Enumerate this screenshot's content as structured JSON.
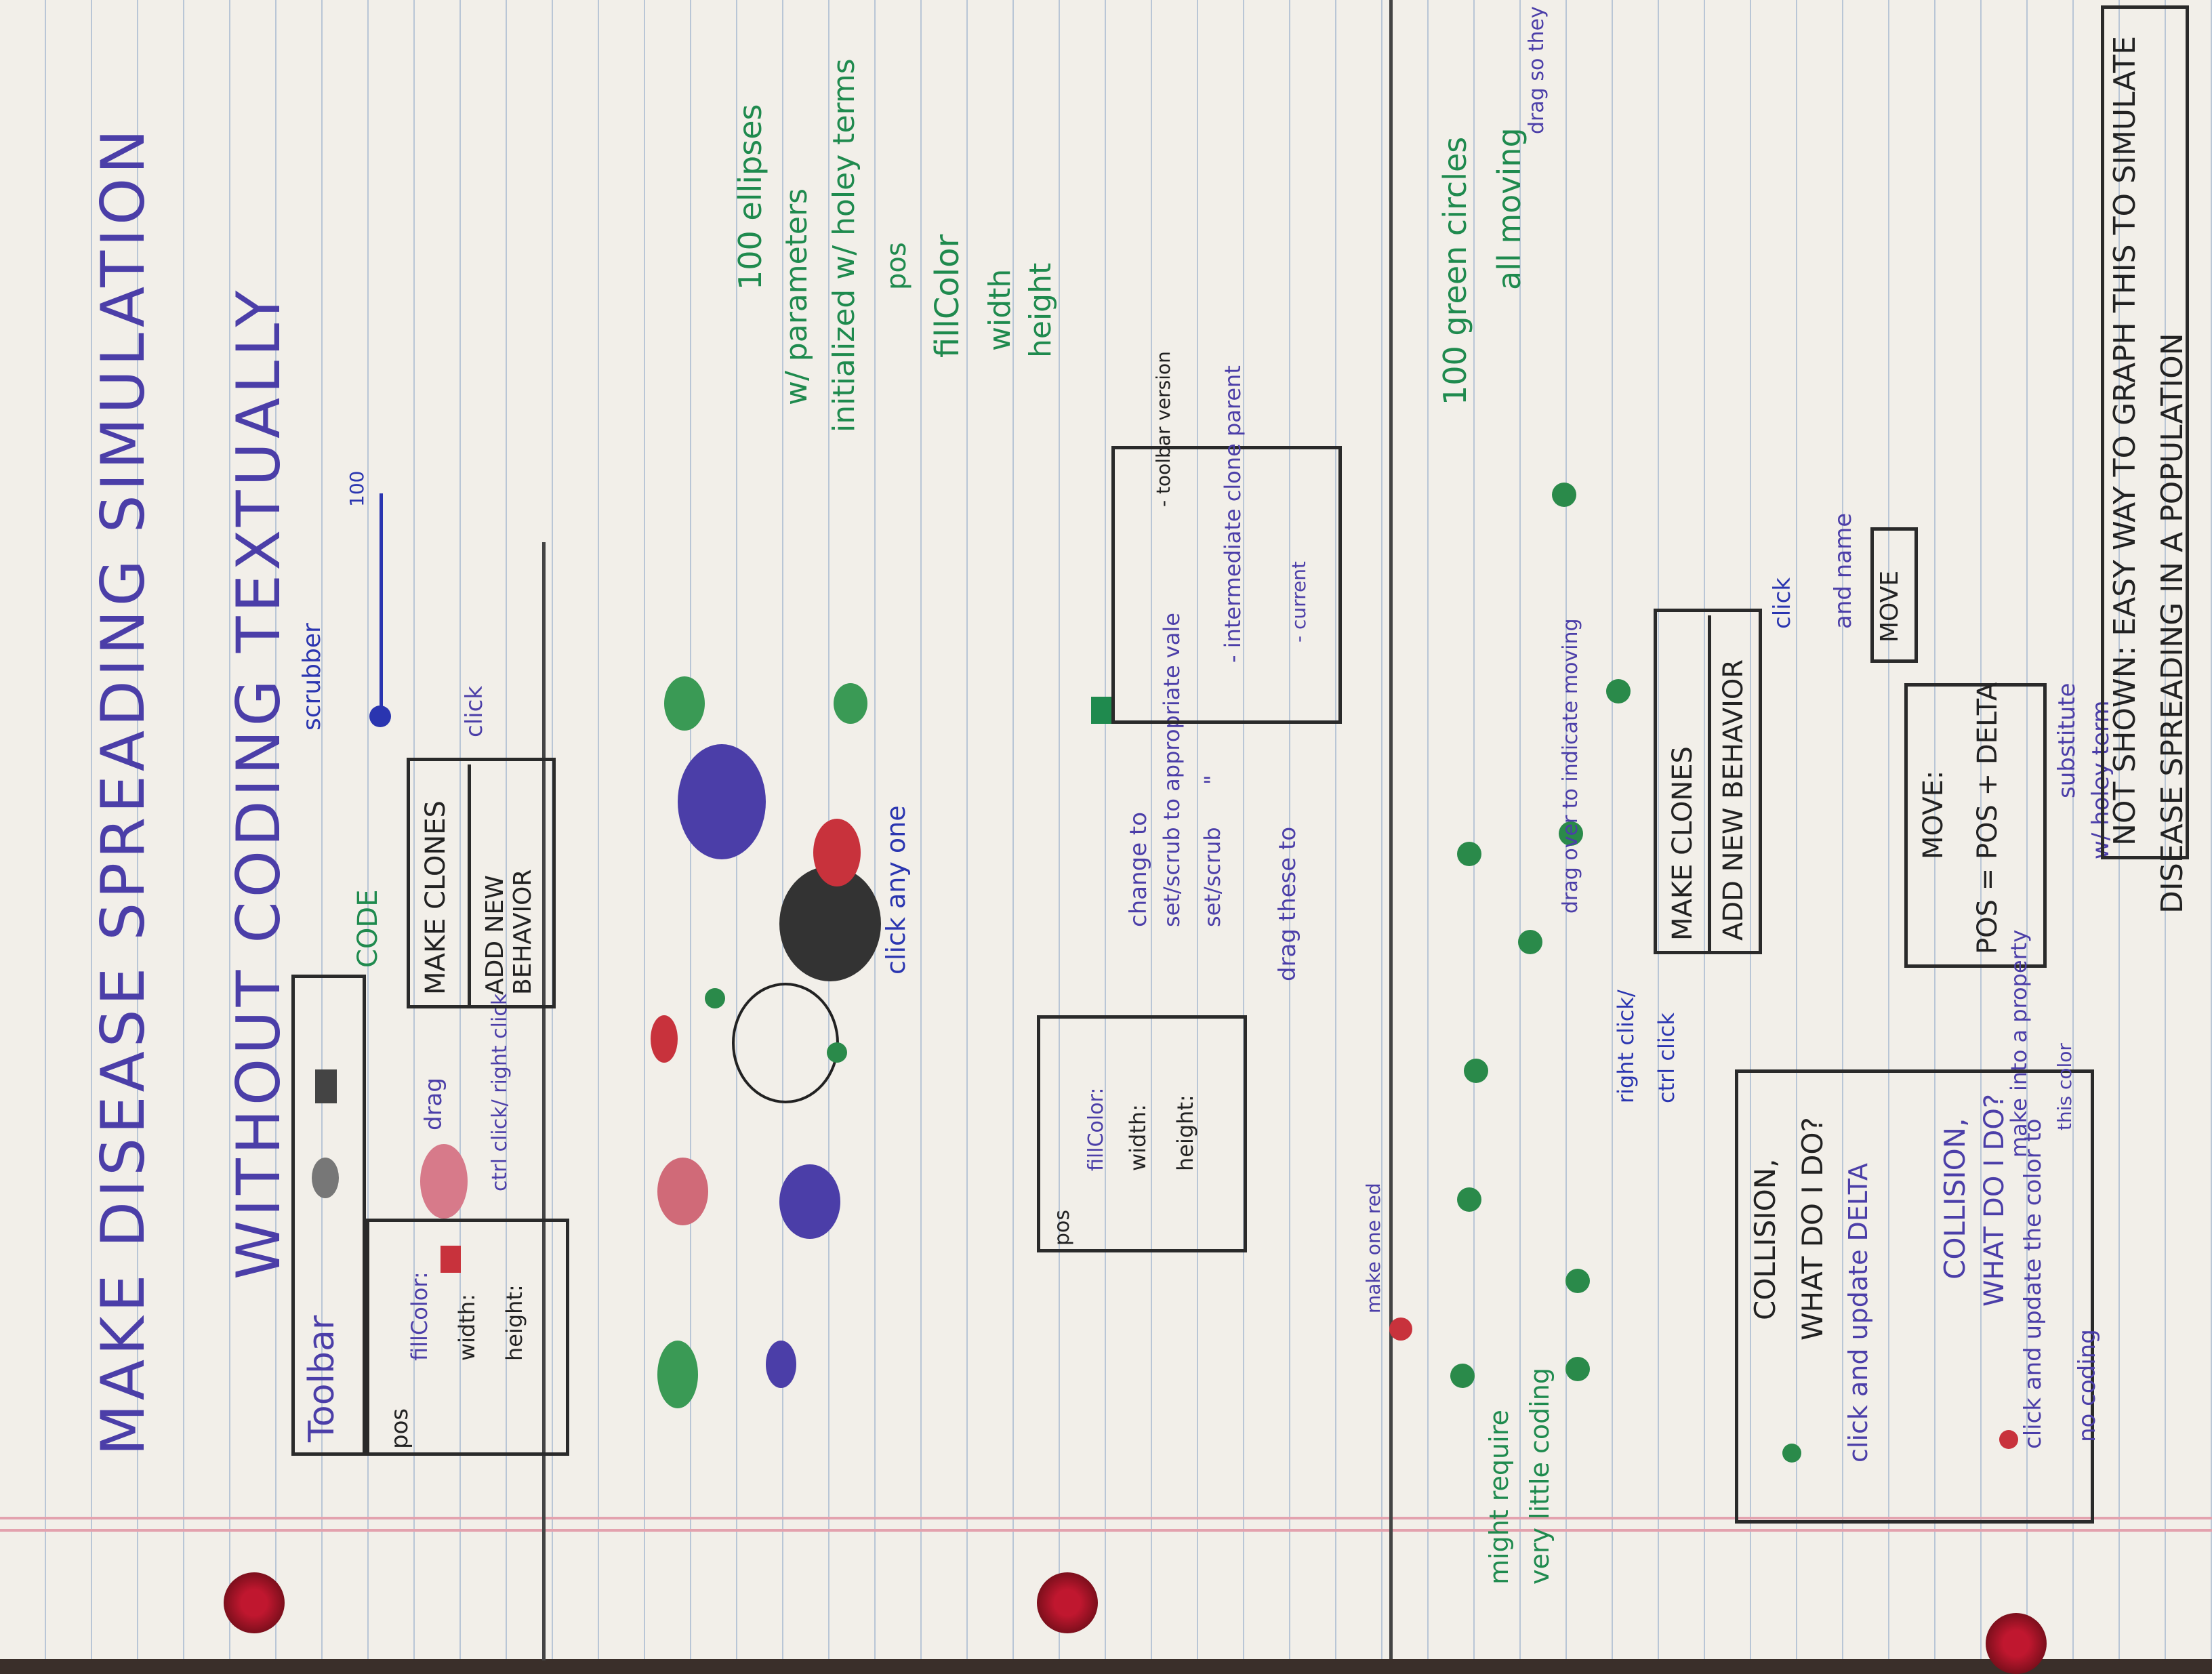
{
  "title": {
    "line1": "MAKE DISEASE SPREADING SIMULATION",
    "line2": "WITHOUT CODING TEXTUALLY"
  },
  "panel1": {
    "toolbar_label": "Toolbar",
    "props": [
      "pos",
      "fillColor:",
      "width:",
      "height:"
    ],
    "drag_label": "drag",
    "ctrl_click_label": "ctrl click/ right click",
    "code_label": "CODE",
    "menu": [
      "MAKE CLONES",
      "ADD NEW BEHAVIOR"
    ],
    "click_label": "click",
    "scrubber_label": "scrubber",
    "scrubber_value": "100"
  },
  "panel2": {
    "brace_text": [
      "100 ellipses",
      "w/ parameters",
      "initialized w/ holey terms"
    ],
    "param_list": [
      "pos",
      "fillColor",
      "width",
      "height"
    ],
    "click_any_one": "click any one",
    "props": [
      "pos",
      "fillColor:",
      "width:",
      "height:"
    ],
    "actions": [
      "change to",
      "set/scrub to appropriate vale",
      "set/scrub",
      "\""
    ],
    "drag_these_to": "drag these to",
    "versions": [
      "- toolbar version",
      "- intermediate clone parent",
      "- current"
    ]
  },
  "panel3": {
    "brace_text": [
      "100 green circles",
      "all moving"
    ],
    "drag_note": "drag so they all move",
    "make_one_red": "make one red",
    "drag_over": "drag over to indicate moving",
    "right_click": "right click/",
    "ctrl_click": "ctrl click",
    "menu": [
      "MAKE CLONES",
      "ADD NEW BEHAVIOR"
    ],
    "click_label": "click",
    "and_name": "and name",
    "move_label": "MOVE",
    "move_box": [
      "MOVE:",
      "POS = POS + DELTA"
    ],
    "substitute": [
      "substitute",
      "w/ holey term"
    ],
    "make_into_property": "make into a property",
    "collision_box": [
      "COLLISION,",
      "WHAT DO I DO?",
      "click and update DELTA",
      "COLLISION,",
      "WHAT DO I DO?",
      "click and update the color to",
      "this color",
      "no coding"
    ],
    "might_require": [
      "might require",
      "very little coding"
    ],
    "not_shown": [
      "NOT SHOWN: EASY WAY TO GRAPH THIS TO SIMULATE",
      "DISEASE SPREADING IN A POPULATION"
    ]
  },
  "colors": {
    "purple": "#4b3ea8",
    "green": "#1f8a4e",
    "red": "#c8323c",
    "black": "#222222",
    "blue": "#2a35b0"
  }
}
